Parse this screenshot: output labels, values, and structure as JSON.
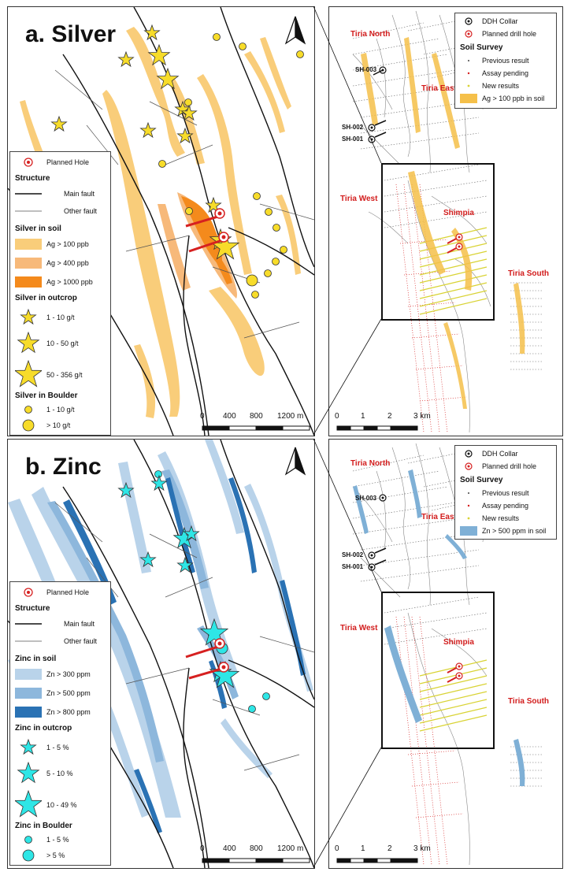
{
  "panel_a": {
    "title": "a. Silver",
    "legend": {
      "planned_hole": "Planned Hole",
      "structure_head": "Structure",
      "main_fault": "Main fault",
      "other_fault": "Other fault",
      "soil_head": "Silver in soil",
      "soil_items": [
        "Ag > 100 ppb",
        "Ag > 400 ppb",
        "Ag > 1000 ppb"
      ],
      "outcrop_head": "Silver in outcrop",
      "outcrop_items": [
        "1 - 10 g/t",
        "10 - 50 g/t",
        "50 - 356 g/t"
      ],
      "boulder_head": "Silver in Boulder",
      "boulder_items": [
        "1 - 10 g/t",
        "> 10 g/t"
      ]
    },
    "scale": [
      "0",
      "400",
      "800",
      "1200 m"
    ],
    "colors": {
      "soil1": "#f9cd7a",
      "soil2": "#f7b97a",
      "soil3": "#f48a1c",
      "symbol": "#f7dc2a"
    }
  },
  "panel_b": {
    "title": "b. Zinc",
    "legend": {
      "planned_hole": "Planned Hole",
      "structure_head": "Structure",
      "main_fault": "Main fault",
      "other_fault": "Other fault",
      "soil_head": "Zinc in soil",
      "soil_items": [
        "Zn > 300 ppm",
        "Zn > 500 ppm",
        "Zn > 800 ppm"
      ],
      "outcrop_head": "Zinc in outcrop",
      "outcrop_items": [
        "1 - 5 %",
        "5 - 10 %",
        "10 - 49 %"
      ],
      "boulder_head": "Zinc in Boulder",
      "boulder_items": [
        "1 - 5 %",
        "> 5 %"
      ]
    },
    "scale": [
      "0",
      "400",
      "800",
      "1200 m"
    ],
    "colors": {
      "soil1": "#b9d3ea",
      "soil2": "#8db7dc",
      "soil3": "#2a72b4",
      "symbol": "#2ee6e6"
    }
  },
  "overview_a": {
    "places": {
      "north": "Tiria North",
      "east": "Tiria East",
      "west": "Tiria West",
      "shimpia": "Shimpia",
      "south": "Tiria South"
    },
    "holes": [
      "SH-003",
      "SH-002",
      "SH-001"
    ],
    "legend": {
      "collar": "DDH Collar",
      "planned": "Planned drill hole",
      "survey_head": "Soil Survey",
      "previous": "Previous result",
      "pending": "Assay pending",
      "new": "New results",
      "anomaly": "Ag > 100 ppb in soil"
    },
    "scale": [
      "0",
      "1",
      "2",
      "3 km"
    ]
  },
  "overview_b": {
    "places": {
      "north": "Tiria North",
      "east": "Tiria East",
      "west": "Tiria West",
      "shimpia": "Shimpia",
      "south": "Tiria South"
    },
    "holes": [
      "SH-003",
      "SH-002",
      "SH-001"
    ],
    "legend": {
      "collar": "DDH Collar",
      "planned": "Planned drill hole",
      "survey_head": "Soil Survey",
      "previous": "Previous result",
      "pending": "Assay pending",
      "new": "New results",
      "anomaly": "Zn > 500 ppm in soil"
    },
    "scale": [
      "0",
      "1",
      "2",
      "3 km"
    ]
  }
}
